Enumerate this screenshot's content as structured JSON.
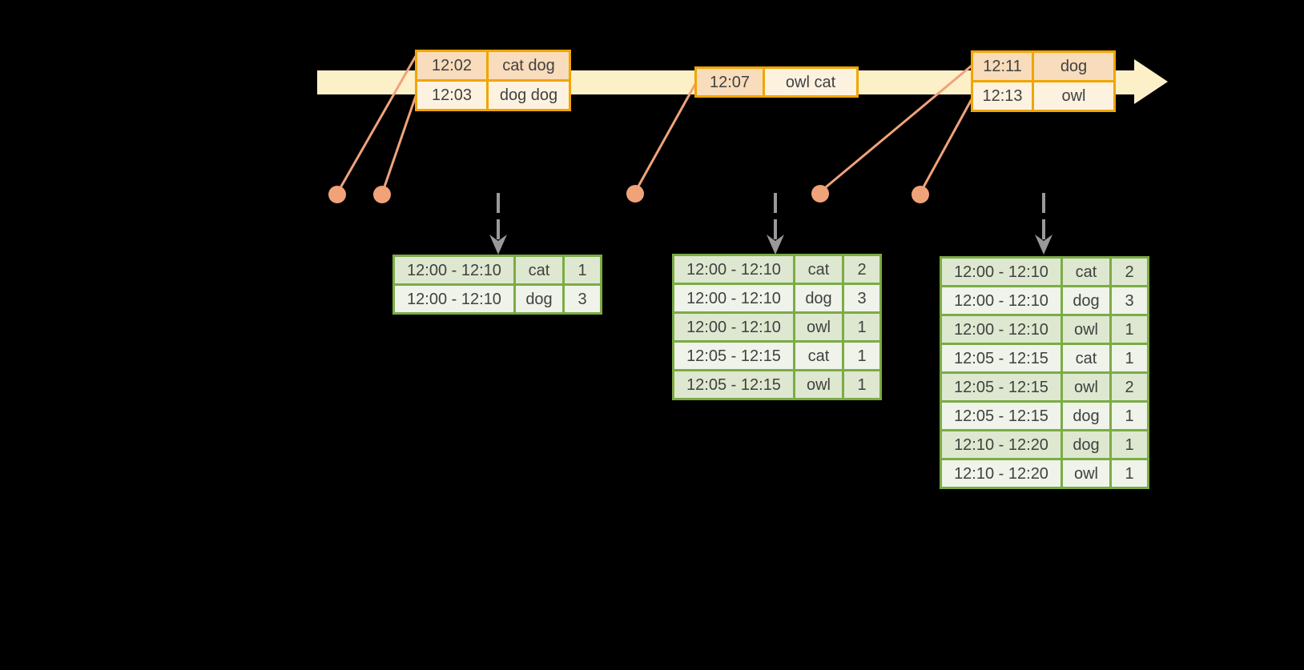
{
  "diagram": {
    "event_tables": [
      {
        "rows": [
          {
            "time": "12:02",
            "words": "cat dog"
          },
          {
            "time": "12:03",
            "words": "dog dog"
          }
        ]
      },
      {
        "rows": [
          {
            "time": "12:07",
            "words": "owl cat"
          }
        ]
      },
      {
        "rows": [
          {
            "time": "12:11",
            "words": "dog"
          },
          {
            "time": "12:13",
            "words": "owl"
          }
        ]
      }
    ],
    "result_tables": [
      {
        "rows": [
          {
            "window": "12:00 - 12:10",
            "word": "cat",
            "count": "1"
          },
          {
            "window": "12:00 - 12:10",
            "word": "dog",
            "count": "3"
          }
        ]
      },
      {
        "rows": [
          {
            "window": "12:00 - 12:10",
            "word": "cat",
            "count": "2"
          },
          {
            "window": "12:00 - 12:10",
            "word": "dog",
            "count": "3"
          },
          {
            "window": "12:00 - 12:10",
            "word": "owl",
            "count": "1"
          },
          {
            "window": "12:05 - 12:15",
            "word": "cat",
            "count": "1"
          },
          {
            "window": "12:05 - 12:15",
            "word": "owl",
            "count": "1"
          }
        ]
      },
      {
        "rows": [
          {
            "window": "12:00 - 12:10",
            "word": "cat",
            "count": "2"
          },
          {
            "window": "12:00 - 12:10",
            "word": "dog",
            "count": "3"
          },
          {
            "window": "12:00 - 12:10",
            "word": "owl",
            "count": "1"
          },
          {
            "window": "12:05 - 12:15",
            "word": "cat",
            "count": "1"
          },
          {
            "window": "12:05 - 12:15",
            "word": "owl",
            "count": "2"
          },
          {
            "window": "12:05 - 12:15",
            "word": "dog",
            "count": "1"
          },
          {
            "window": "12:10 - 12:20",
            "word": "dog",
            "count": "1"
          },
          {
            "window": "12:10 - 12:20",
            "word": "owl",
            "count": "1"
          }
        ]
      }
    ],
    "colors": {
      "background": "#000000",
      "timeline_fill": "#FCF0C9",
      "event_border": "#F0A500",
      "event_fill_peach": "#F8DCBB",
      "event_fill_cream": "#FDF2E0",
      "marker": "#F0A379",
      "trigger_arrow": "#999999",
      "result_border": "#7BAC45",
      "result_fill_dark": "#DEE8D0",
      "result_fill_light": "#EFF3EA",
      "text": "#414141"
    }
  }
}
